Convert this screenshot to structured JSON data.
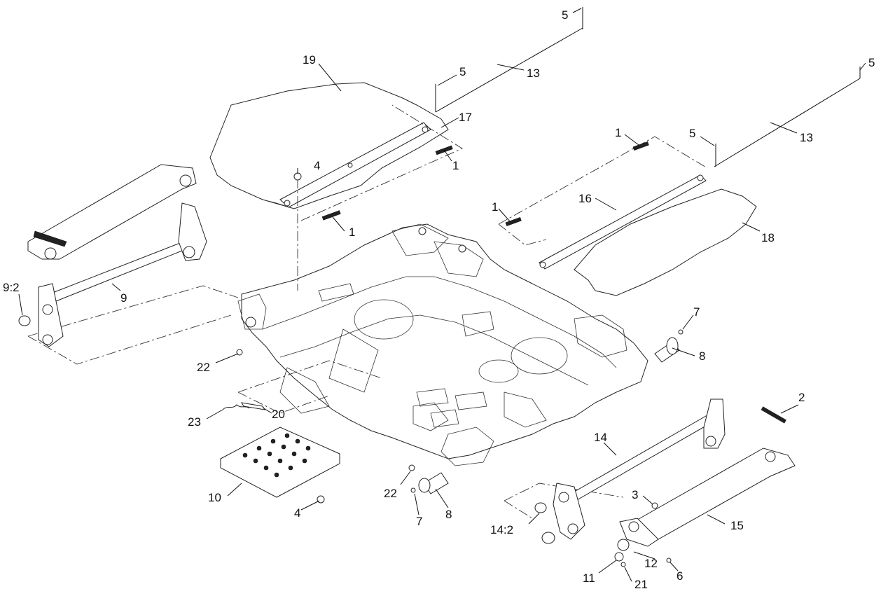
{
  "callouts": [
    {
      "id": "c-5a",
      "text": "5"
    },
    {
      "id": "c-19",
      "text": "19"
    },
    {
      "id": "c-5b",
      "text": "5"
    },
    {
      "id": "c-13a",
      "text": "13"
    },
    {
      "id": "c-5c",
      "text": "5"
    },
    {
      "id": "c-17",
      "text": "17"
    },
    {
      "id": "c-1a",
      "text": "1"
    },
    {
      "id": "c-4a",
      "text": "4"
    },
    {
      "id": "c-1b",
      "text": "1"
    },
    {
      "id": "c-5d",
      "text": "5"
    },
    {
      "id": "c-13b",
      "text": "13"
    },
    {
      "id": "c-1c",
      "text": "1"
    },
    {
      "id": "c-16",
      "text": "16"
    },
    {
      "id": "c-1d",
      "text": "1"
    },
    {
      "id": "c-18",
      "text": "18"
    },
    {
      "id": "c-9-2",
      "text": "9:2"
    },
    {
      "id": "c-9",
      "text": "9"
    },
    {
      "id": "c-7a",
      "text": "7"
    },
    {
      "id": "c-8a",
      "text": "8"
    },
    {
      "id": "c-22a",
      "text": "22"
    },
    {
      "id": "c-2",
      "text": "2"
    },
    {
      "id": "c-23",
      "text": "23"
    },
    {
      "id": "c-20",
      "text": "20"
    },
    {
      "id": "c-14",
      "text": "14"
    },
    {
      "id": "c-10",
      "text": "10"
    },
    {
      "id": "c-22b",
      "text": "22"
    },
    {
      "id": "c-3",
      "text": "3"
    },
    {
      "id": "c-4b",
      "text": "4"
    },
    {
      "id": "c-7b",
      "text": "7"
    },
    {
      "id": "c-8b",
      "text": "8"
    },
    {
      "id": "c-14-2",
      "text": "14:2"
    },
    {
      "id": "c-15",
      "text": "15"
    },
    {
      "id": "c-11",
      "text": "11"
    },
    {
      "id": "c-12",
      "text": "12"
    },
    {
      "id": "c-21",
      "text": "21"
    },
    {
      "id": "c-6",
      "text": "6"
    }
  ]
}
